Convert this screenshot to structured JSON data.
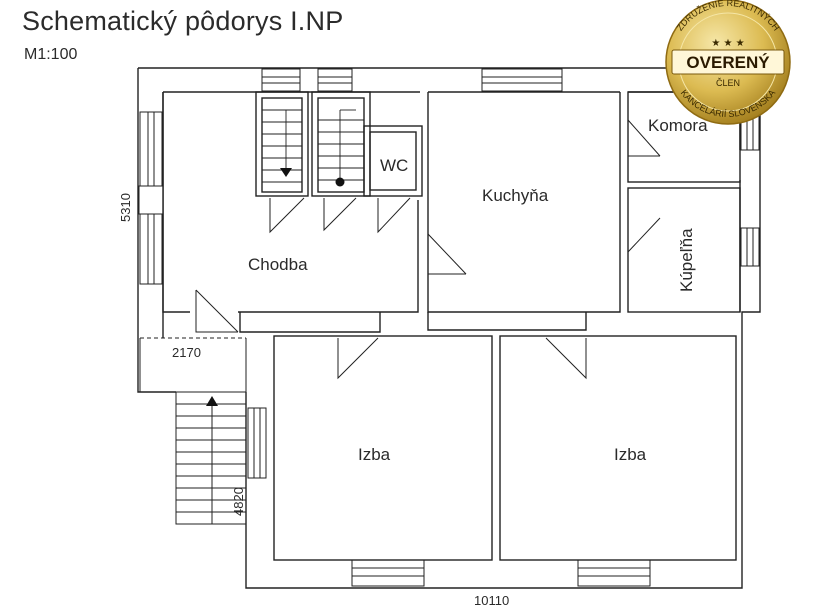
{
  "title": "Schematický pôdorys I.NP",
  "scale": "M1:100",
  "rooms": {
    "chodba": "Chodba",
    "wc": "WC",
    "kuchyna": "Kuchyňa",
    "komora": "Komora",
    "kupelna": "Kúpeľňa",
    "izba_left": "Izba",
    "izba_right": "Izba"
  },
  "dimensions": {
    "height_upper": "5310",
    "width_small": "2170",
    "height_lower": "4820",
    "width_total": "10110"
  },
  "badge": {
    "top_text": "ZDRUŽENIE REALITNÝCH",
    "main": "OVERENÝ",
    "member": "ČLEN",
    "bottom_text": "KANCELÁRIÍ SLOVENSKA",
    "stars": "★ ★ ★",
    "color_gold": "#d9b548",
    "color_dark_gold": "#a8831f"
  }
}
